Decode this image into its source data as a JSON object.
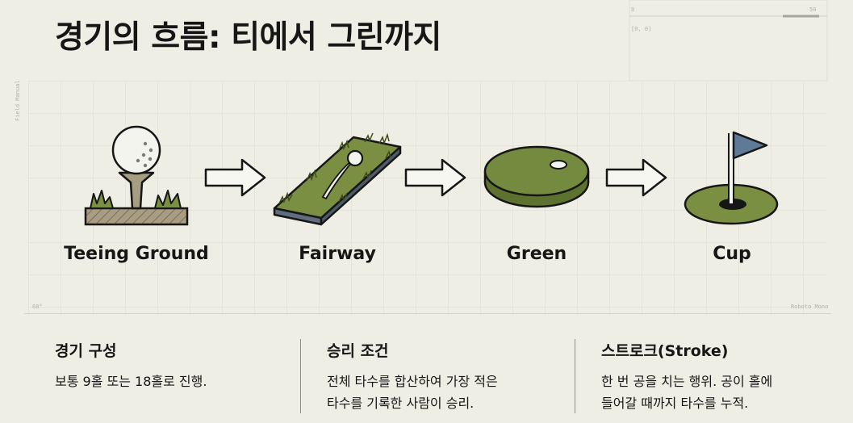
{
  "title": "경기의 흐름: 티에서 그린까지",
  "margin_labels": {
    "top_zero": "0",
    "top_fifty": "50",
    "top_coord": "[0, 0]",
    "left_vertical": "Field Manual",
    "right_font": "Roboto Mono",
    "left_deg": "60°"
  },
  "steps": [
    {
      "label": "Teeing Ground",
      "icon": "tee-ball-icon"
    },
    {
      "label": "Fairway",
      "icon": "fairway-icon"
    },
    {
      "label": "Green",
      "icon": "green-icon"
    },
    {
      "label": "Cup",
      "icon": "cup-flag-icon"
    }
  ],
  "info": [
    {
      "title": "경기 구성",
      "lines": [
        "보통 9홀 또는 18홀로 진행."
      ]
    },
    {
      "title": "승리 조건",
      "lines": [
        "전체 타수를 합산하여 가장 적은",
        "타수를 기록한 사람이 승리."
      ]
    },
    {
      "title": "스트로크(Stroke)",
      "lines": [
        "한 번 공을 치는 행위. 공이 홀에",
        "들어갈 때까지 타수를 누적."
      ]
    }
  ],
  "colors": {
    "background": "#efeee4",
    "grass": "#7b8f43",
    "green_surface": "#748a3e",
    "flag": "#5f7a96",
    "soil": "#a89c82",
    "ink": "#161616"
  }
}
